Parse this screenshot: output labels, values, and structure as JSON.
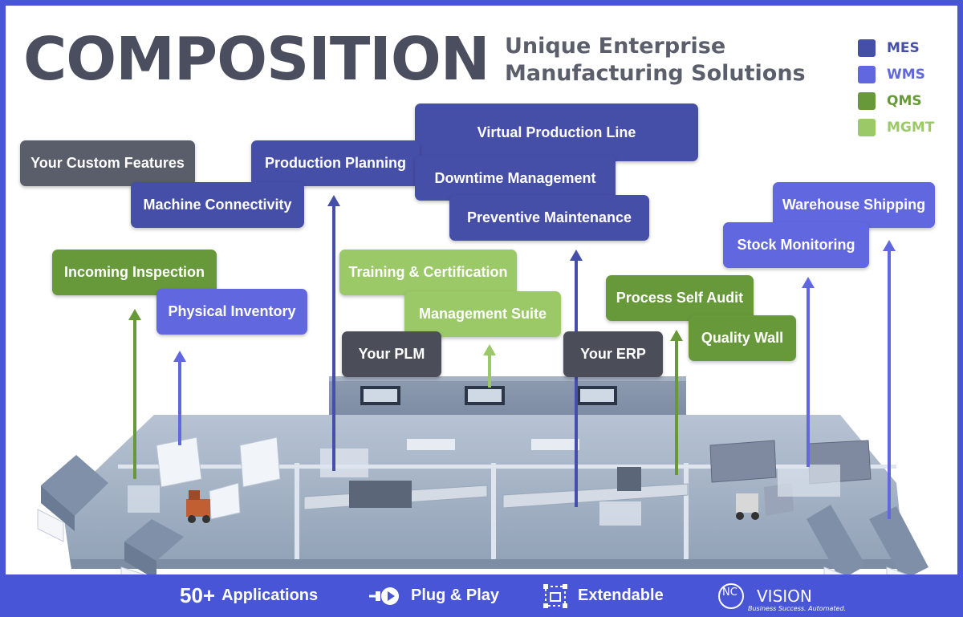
{
  "title": "COMPOSITION",
  "subtitle": {
    "line1": "Unique Enterprise",
    "line2": "Manufacturing Solutions"
  },
  "legend": [
    {
      "label": "MES",
      "color": "#464fa8"
    },
    {
      "label": "WMS",
      "color": "#6167de"
    },
    {
      "label": "QMS",
      "color": "#67993a"
    },
    {
      "label": "MGMT",
      "color": "#9cc968"
    }
  ],
  "features": {
    "virtual_production_line": "Virtual Production Line",
    "custom_features": "Your Custom Features",
    "production_planning": "Production Planning",
    "downtime_management": "Downtime Management",
    "machine_connectivity": "Machine Connectivity",
    "preventive_maintenance": "Preventive Maintenance",
    "warehouse_shipping": "Warehouse Shipping",
    "stock_monitoring": "Stock Monitoring",
    "incoming_inspection": "Incoming Inspection",
    "training_certification": "Training & Certification",
    "physical_inventory": "Physical Inventory",
    "management_suite": "Management Suite",
    "process_self_audit": "Process Self Audit",
    "quality_wall": "Quality Wall",
    "your_plm": "Your PLM",
    "your_erp": "Your ERP"
  },
  "bottom_bar": {
    "applications_count": "50+",
    "applications_label": "Applications",
    "plug_play": "Plug & Play",
    "extendable": "Extendable",
    "brand_nc": "NC",
    "brand_vision": "VISION",
    "brand_tagline": "Business Success. Automated."
  },
  "icons": {
    "plug_play": "plug-play-icon",
    "extendable": "extendable-icon",
    "brand": "nc-vision-logo"
  }
}
